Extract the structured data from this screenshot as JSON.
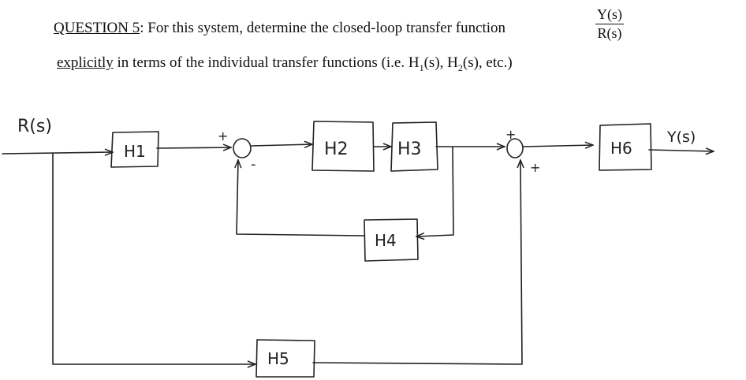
{
  "question": {
    "label": "QUESTION 5",
    "line1_rest": ": For this system, determine the closed-loop transfer function",
    "fraction_numerator": "Y(s)",
    "fraction_denominator": "R(s)",
    "emphasis": "explicitly",
    "line2_rest": " in terms of the individual transfer functions (i.e. H",
    "sub1": "1",
    "mid": "(s), H",
    "sub2": "2",
    "tail": "(s), etc.)"
  },
  "diagram": {
    "input_label": "R(s)",
    "output_label": "Y(s)",
    "blocks": {
      "h1": "H1",
      "h2": "H2",
      "h3": "H3",
      "h4": "H4",
      "h5": "H5",
      "h6": "H6"
    },
    "signs": {
      "sum1_top": "+",
      "sum1_bottom": "-",
      "sum2_top": "+",
      "sum2_bottom": "+"
    }
  }
}
